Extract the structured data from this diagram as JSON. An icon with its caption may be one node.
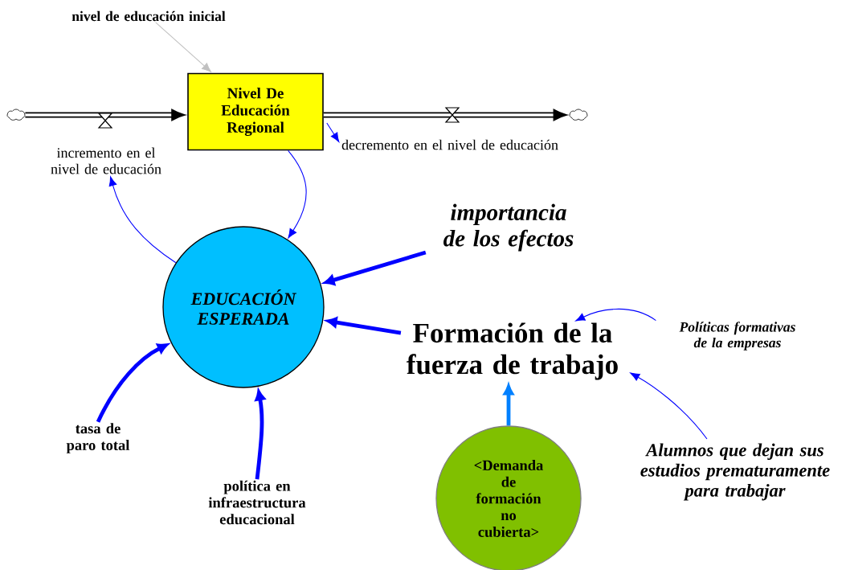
{
  "diagram": {
    "nodes": [
      {
        "text": [
          "nivel de educación inicial"
        ]
      },
      {
        "text": [],
        "shape": "cloud"
      },
      {
        "text": [
          "Nivel De Educación Regional"
        ]
      },
      {
        "text": [],
        "shape": "cloud"
      },
      {
        "text": [
          "incremento en el nivel de educación"
        ]
      },
      {
        "text": [
          "decremento en el nivel de educación"
        ]
      },
      {
        "text": [
          "EDUCACIÓN ESPERADA"
        ]
      },
      {
        "text": [
          "importancia de los efectos"
        ]
      },
      {
        "text": [
          "Formación de la fuerza de trabajo"
        ]
      },
      {
        "text": [
          "Políticas formativas de la empresas"
        ]
      },
      {
        "text": [
          "tasa de paro total"
        ]
      },
      {
        "text": [
          "política en infraestructura educacional"
        ]
      },
      {
        "text": [
          "<Demanda de formación no cubierta>"
        ]
      },
      {
        "text": [
          "Alumnos que dejan sus estudios prematuramente para trabajar"
        ]
      }
    ],
    "edges": [
      {
        "from": 0,
        "to": 2,
        "arrow": "to",
        "color": "#c0c0c0"
      },
      {
        "from": 1,
        "to": 2,
        "arrow": "to",
        "color": "#000000"
      },
      {
        "from": 2,
        "to": 3,
        "arrow": "to",
        "color": "#000000"
      },
      {
        "from": 2,
        "to": 5,
        "arrow": "to"
      },
      {
        "from": 2,
        "to": 6,
        "arrow": "to"
      },
      {
        "from": 6,
        "to": 4,
        "arrow": "to"
      },
      {
        "from": 7,
        "to": 6,
        "arrow": "to"
      },
      {
        "from": 8,
        "to": 6,
        "arrow": "to"
      },
      {
        "from": 9,
        "to": 8,
        "arrow": "to"
      },
      {
        "from": 13,
        "to": 8,
        "arrow": "to"
      },
      {
        "from": 10,
        "to": 6,
        "arrow": "to"
      },
      {
        "from": 11,
        "to": 6,
        "arrow": "to"
      },
      {
        "from": 12,
        "to": 8,
        "arrow": "to",
        "color": "#0080ff"
      }
    ]
  }
}
